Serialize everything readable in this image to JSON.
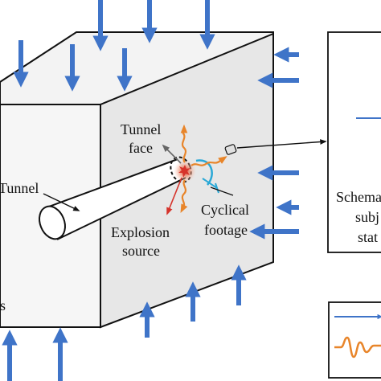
{
  "labels": {
    "tunnel_face": [
      "Tunnel",
      "face"
    ],
    "tunnel": "Tunnel",
    "explosion_source": [
      "Explosion",
      "source"
    ],
    "cyclical_footage": [
      "Cyclical",
      "footage"
    ],
    "left_edge_fragment": "s"
  },
  "inset_panel": {
    "lines": [
      "Schema",
      "subj",
      "stat"
    ]
  },
  "colors": {
    "stress_arrow": "#3F74C8",
    "wave": "#E8852A",
    "explosion_core": "#D6332B",
    "cyan_marker": "#2AA8D6",
    "block_face": "#E7E7E7",
    "outline": "#111111"
  },
  "icons": [
    "stress-arrow-icon",
    "stress-wave-icon",
    "explosion-icon",
    "monitoring-sensor-icon"
  ]
}
